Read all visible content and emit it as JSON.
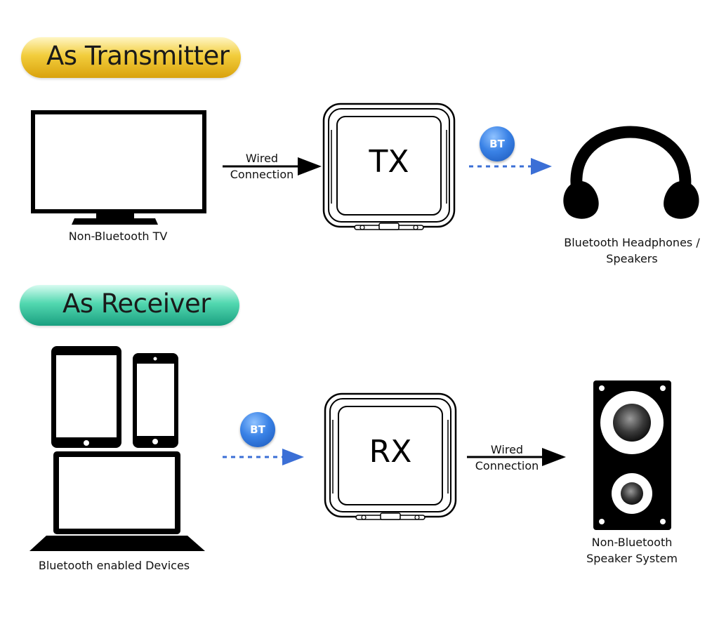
{
  "transmitter": {
    "heading": "As Transmitter",
    "source_label": "Non-Bluetooth TV",
    "wired_label_1": "Wired",
    "wired_label_2": "Connection",
    "device_label": "TX",
    "bt_badge": "BT",
    "target_label_1": "Bluetooth Headphones /",
    "target_label_2": "Speakers"
  },
  "receiver": {
    "heading": "As Receiver",
    "source_label": "Bluetooth enabled Devices",
    "bt_badge": "BT",
    "device_label": "RX",
    "wired_label_1": "Wired",
    "wired_label_2": "Connection",
    "target_label_1": "Non-Bluetooth",
    "target_label_2": "Speaker System"
  },
  "colors": {
    "transmitter_pill": "#f2cd3c",
    "receiver_pill": "#52d8b0",
    "bluetooth_arrow": "#3b6fd6",
    "wired_arrow": "#000000"
  },
  "icons": [
    "tv-icon",
    "adapter-icon",
    "headphones-icon",
    "tablet-icon",
    "phone-icon",
    "laptop-icon",
    "speaker-icon"
  ]
}
